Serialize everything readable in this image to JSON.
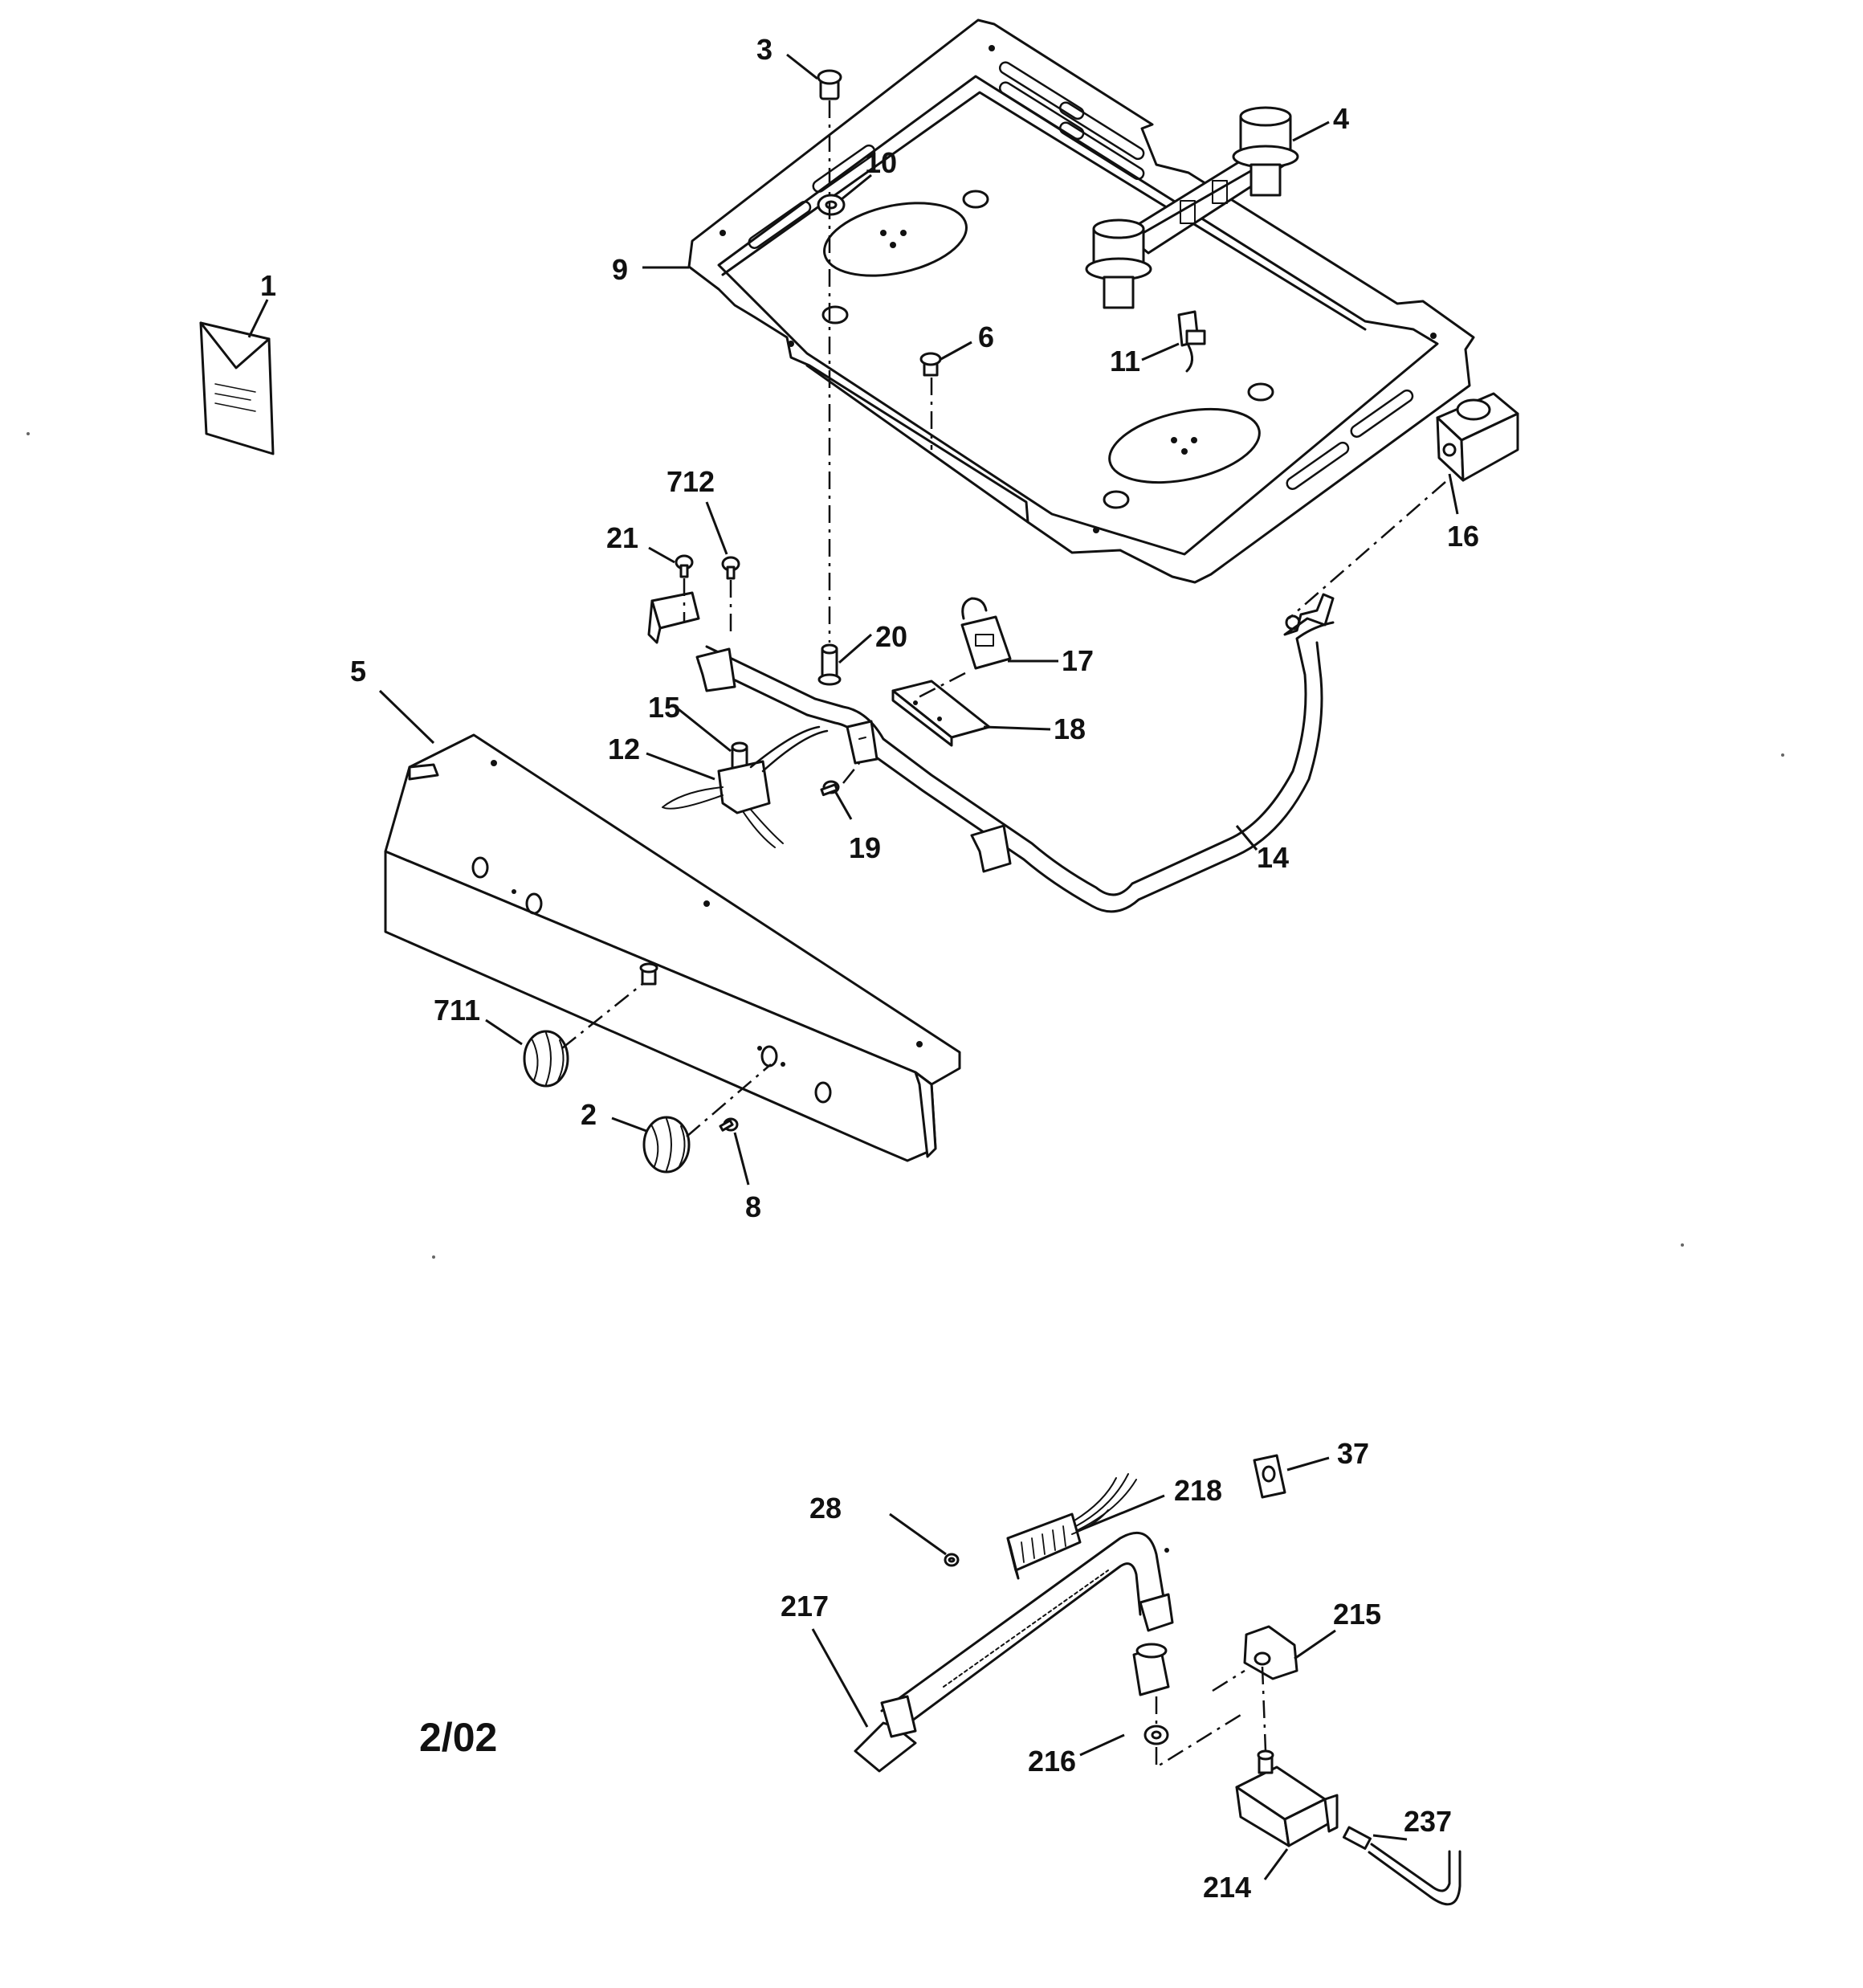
{
  "callouts": {
    "c1": "1",
    "c2": "2",
    "c3": "3",
    "c4": "4",
    "c5": "5",
    "c6": "6",
    "c8": "8",
    "c9": "9",
    "c10": "10",
    "c11": "11",
    "c12": "12",
    "c14": "14",
    "c15": "15",
    "c16": "16",
    "c17": "17",
    "c18": "18",
    "c19": "19",
    "c20": "20",
    "c21": "21",
    "c711": "711",
    "c712": "712",
    "c28": "28",
    "c37": "37",
    "c214": "214",
    "c215": "215",
    "c216": "216",
    "c217": "217",
    "c218": "218",
    "c237": "237"
  },
  "date_mark": "2/02",
  "colors": {
    "line": "#111111",
    "background": "#ffffff"
  }
}
